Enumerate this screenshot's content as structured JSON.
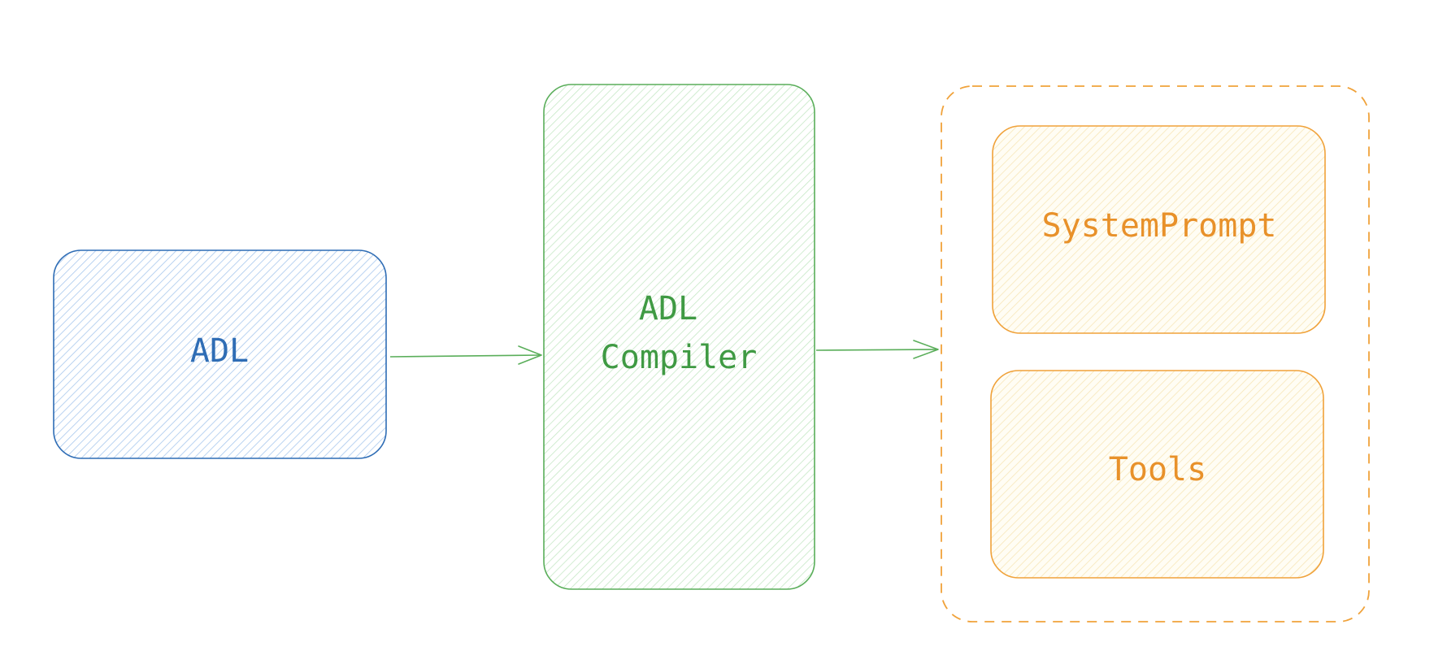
{
  "nodes": {
    "adl": {
      "label": "ADL"
    },
    "compiler": {
      "line1": "ADL",
      "line2": "Compiler"
    },
    "system_prompt": {
      "label": "SystemPrompt"
    },
    "tools": {
      "label": "Tools"
    }
  },
  "colors": {
    "blue_stroke": "#2f6db5",
    "blue_hatch": "#a9c8ee",
    "blue_text": "#2f6db5",
    "green_stroke": "#5aae5a",
    "green_hatch": "#c6e8c6",
    "green_text": "#3f9a43",
    "orange_stroke": "#f0a23a",
    "orange_hatch": "#f7e6b8",
    "orange_text": "#e8912a",
    "arrow": "#5aae5a"
  }
}
